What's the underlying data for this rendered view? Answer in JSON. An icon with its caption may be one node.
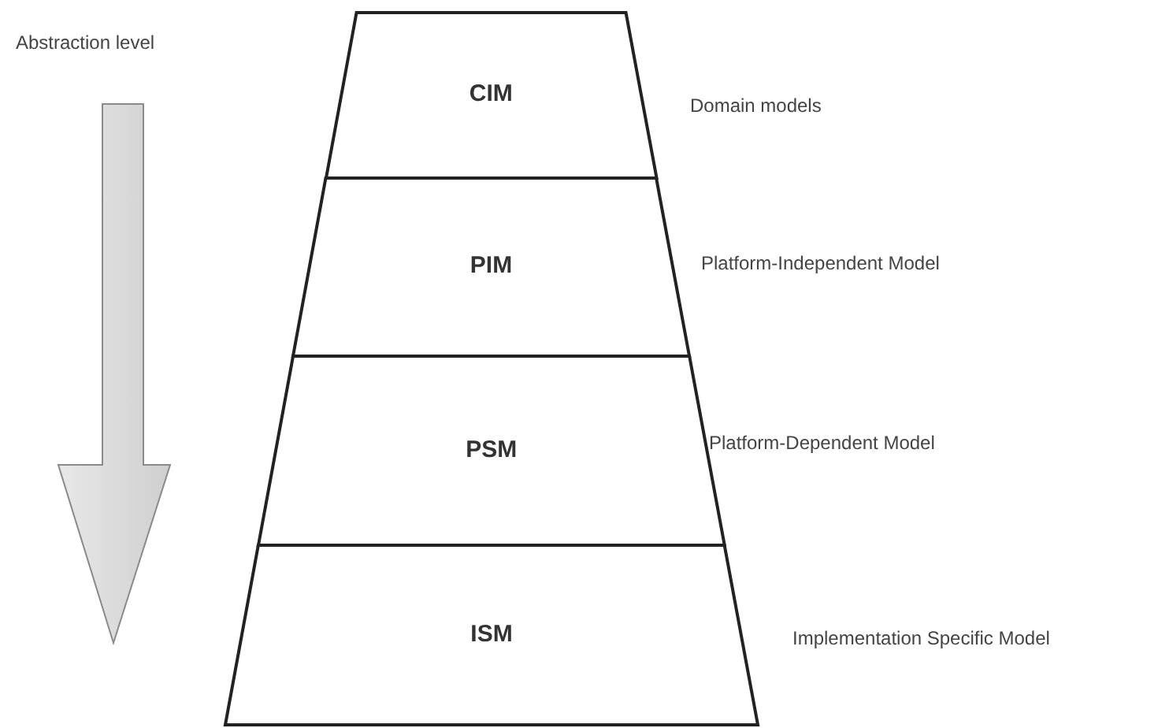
{
  "diagram": {
    "nodes": [
      {
        "text": [
          "CIM"
        ],
        "beside": [
          "Domain models"
        ]
      },
      {
        "text": [
          "PIM"
        ],
        "beside": [
          "Platform-Independent Model"
        ]
      },
      {
        "text": [
          "PSM"
        ],
        "beside": [
          "Platform-Dependent Model"
        ]
      },
      {
        "text": [
          "ISM"
        ],
        "beside": [
          "Implementation Specific Model"
        ]
      }
    ],
    "labels": [
      "Abstraction level"
    ]
  }
}
